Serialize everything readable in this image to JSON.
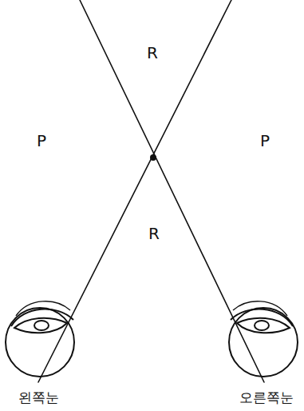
{
  "diagram": {
    "labels": [
      "R",
      "P",
      "P",
      "R",
      "왼쪽눈",
      "오른쪽눈"
    ]
  }
}
